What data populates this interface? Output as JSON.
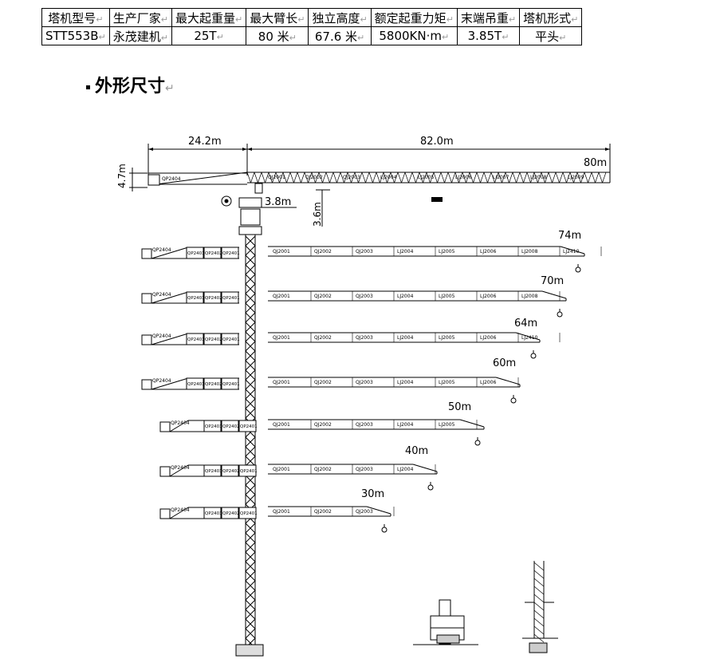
{
  "table": {
    "headers": [
      "塔机型号",
      "生产厂家",
      "最大起重量",
      "最大臂长",
      "独立高度",
      "额定起重力矩",
      "末端吊重",
      "塔机形式"
    ],
    "values": [
      "STT553B",
      "永茂建机",
      "25T",
      "80 米",
      "67.6 米",
      "5800KN·m",
      "3.85T",
      "平头"
    ],
    "para_mark": "↵"
  },
  "section_title": "外形尺寸",
  "drawing": {
    "dimensions": {
      "counter_jib_length": "24.2m",
      "jib_total_length": "82.0m",
      "top_height": "4.7m",
      "trolley_offset": "3.8m",
      "cab_height": "3.6m"
    },
    "jib_configs": [
      {
        "label": "80m",
        "counter_tag": "QP2404",
        "sections": [
          "QJ2001",
          "QJ2002",
          "QJ2003",
          "LJ2004",
          "LJ2005",
          "LJ2006",
          "LJ2007",
          "LJ2008",
          "LJ2009"
        ]
      },
      {
        "label": "74m",
        "counter_tag": "QP2404",
        "counter_blocks": [
          "QP2403",
          "QP2402",
          "QP2401"
        ],
        "sections": [
          "QJ2001",
          "QJ2002",
          "QJ2003",
          "LJ2004",
          "LJ2005",
          "LJ2006",
          "LJ2008",
          "LJ2410"
        ]
      },
      {
        "label": "70m",
        "counter_tag": "QP2404",
        "counter_blocks": [
          "QP2403",
          "QP2402",
          "QP2401"
        ],
        "sections": [
          "QJ2001",
          "QJ2002",
          "QJ2003",
          "LJ2004",
          "LJ2005",
          "LJ2006",
          "LJ2008"
        ]
      },
      {
        "label": "64m",
        "counter_tag": "QP2404",
        "counter_blocks": [
          "QP2403",
          "QP2402",
          "QP2401"
        ],
        "sections": [
          "QJ2001",
          "QJ2002",
          "QJ2003",
          "LJ2004",
          "LJ2005",
          "LJ2006",
          "LJ2410"
        ]
      },
      {
        "label": "60m",
        "counter_tag": "QP2404",
        "counter_blocks": [
          "QP2403",
          "QP2402",
          "QP2401"
        ],
        "sections": [
          "QJ2001",
          "QJ2002",
          "QJ2003",
          "LJ2004",
          "LJ2005",
          "LJ2006"
        ]
      },
      {
        "label": "50m",
        "counter_tag": "QP2404",
        "counter_blocks": [
          "QP2403",
          "QP2402",
          "QP2401"
        ],
        "sections": [
          "QJ2001",
          "QJ2002",
          "QJ2003",
          "LJ2004",
          "LJ2005"
        ]
      },
      {
        "label": "40m",
        "counter_tag": "QP2404",
        "counter_blocks": [
          "QP2403",
          "QP2402",
          "QP2401"
        ],
        "sections": [
          "QJ2001",
          "QJ2002",
          "QJ2003",
          "LJ2004"
        ]
      },
      {
        "label": "30m",
        "counter_tag": "QP2404",
        "counter_blocks": [
          "QP2403",
          "QP2402",
          "QP2401"
        ],
        "sections": [
          "QJ2001",
          "QJ2002",
          "QJ2003"
        ]
      }
    ]
  }
}
